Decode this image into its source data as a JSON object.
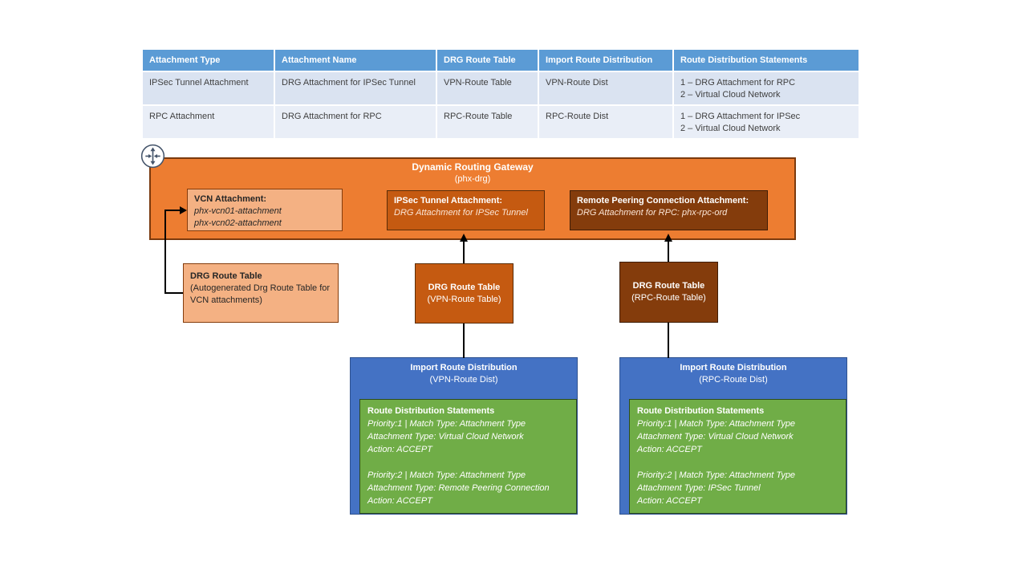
{
  "table": {
    "headers": [
      "Attachment Type",
      "Attachment Name",
      "DRG Route Table",
      "Import Route Distribution",
      "Route Distribution Statements"
    ],
    "rows": [
      [
        "IPSec Tunnel Attachment",
        "DRG Attachment for IPSec Tunnel",
        "VPN-Route Table",
        "VPN-Route Dist",
        "1 – DRG Attachment for RPC\n2 – Virtual Cloud Network"
      ],
      [
        "RPC Attachment",
        "DRG Attachment for RPC",
        "RPC-Route Table",
        "RPC-Route Dist",
        "1 – DRG Attachment for IPSec\n2 – Virtual Cloud Network"
      ]
    ]
  },
  "drg": {
    "title": "Dynamic Routing Gateway",
    "subtitle": "(phx-drg)",
    "vcn_attachment": {
      "title": "VCN Attachment:",
      "body": "phx-vcn01-attachment\nphx-vcn02-attachment"
    },
    "ipsec_attachment": {
      "title": "IPSec Tunnel Attachment:",
      "body": "DRG Attachment for IPSec Tunnel"
    },
    "rpc_attachment": {
      "title": "Remote Peering Connection Attachment:",
      "body": "DRG Attachment for RPC: phx-rpc-ord"
    }
  },
  "route_tables": {
    "vcn": {
      "title": "DRG Route Table",
      "body": "(Autogenerated  Drg Route Table for VCN attachments)"
    },
    "vpn": {
      "title": "DRG Route Table",
      "body": "(VPN-Route Table)"
    },
    "rpc": {
      "title": "DRG Route Table",
      "body": "(RPC-Route Table)"
    }
  },
  "distributions": {
    "vpn": {
      "title": "Import Route Distribution",
      "subtitle": "(VPN-Route Dist)",
      "statements_title": "Route Distribution Statements",
      "statements": "Priority:1 | Match Type: Attachment Type\nAttachment Type: Virtual Cloud Network\nAction: ACCEPT\n\nPriority:2 | Match Type: Attachment Type\nAttachment Type: Remote Peering Connection\nAction: ACCEPT"
    },
    "rpc": {
      "title": "Import Route Distribution",
      "subtitle": "(RPC-Route Dist)",
      "statements_title": "Route Distribution Statements",
      "statements": "Priority:1 | Match Type: Attachment Type\nAttachment Type: Virtual Cloud Network\nAction: ACCEPT\n\nPriority:2 | Match Type: Attachment Type\nAttachment Type: IPSec Tunnel\nAction: ACCEPT"
    }
  },
  "icons": {
    "router": "drg-router-icon"
  },
  "colors": {
    "orange": "#ED7D31",
    "peach": "#F4B183",
    "dark_orange": "#C55A11",
    "brown": "#843C0C",
    "blue": "#4472C4",
    "green": "#70AD47",
    "table_header": "#5B9BD5",
    "row_odd": "#DAE3F1",
    "row_even": "#E9EEF7",
    "connector": "#000000",
    "icon_stroke": "#44546A"
  }
}
